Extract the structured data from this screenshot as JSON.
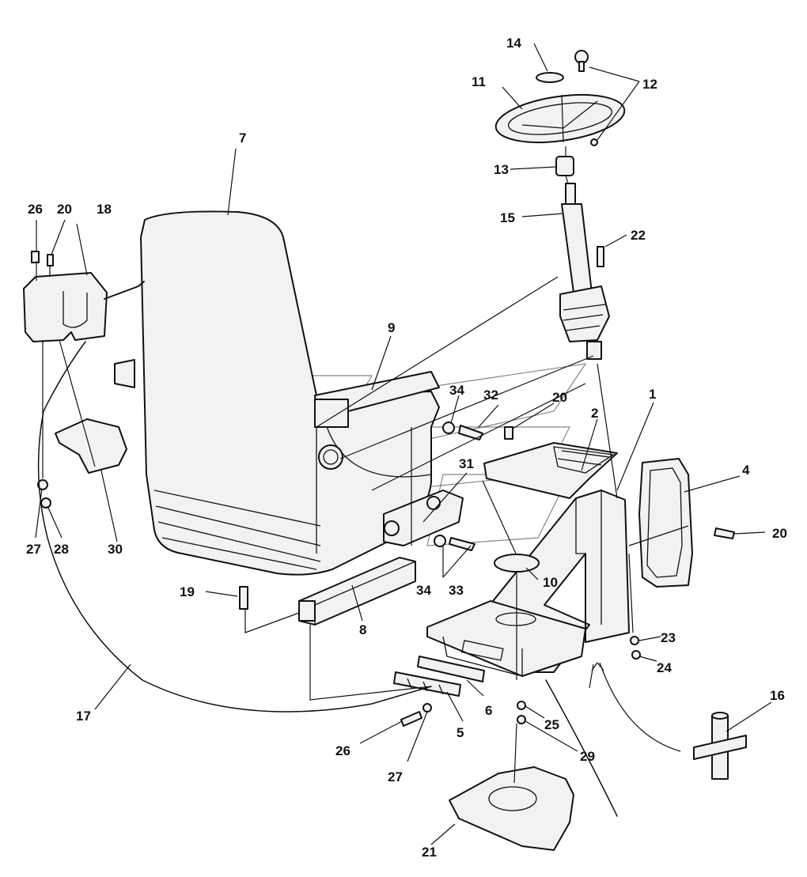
{
  "callouts": {
    "c1": "1",
    "c2": "2",
    "c4": "4",
    "c5": "5",
    "c6": "6",
    "c7": "7",
    "c8": "8",
    "c9": "9",
    "c10": "10",
    "c11": "11",
    "c12": "12",
    "c13": "13",
    "c14": "14",
    "c15": "15",
    "c16": "16",
    "c17": "17",
    "c18": "18",
    "c19": "19",
    "c20a": "20",
    "c20b": "20",
    "c20c": "20",
    "c21": "21",
    "c22": "22",
    "c23": "23",
    "c24": "24",
    "c25": "25",
    "c26a": "26",
    "c26b": "26",
    "c27a": "27",
    "c27b": "27",
    "c28": "28",
    "c29": "29",
    "c30": "30",
    "c31": "31",
    "c32": "32",
    "c33": "33",
    "c34a": "34",
    "c34b": "34"
  }
}
